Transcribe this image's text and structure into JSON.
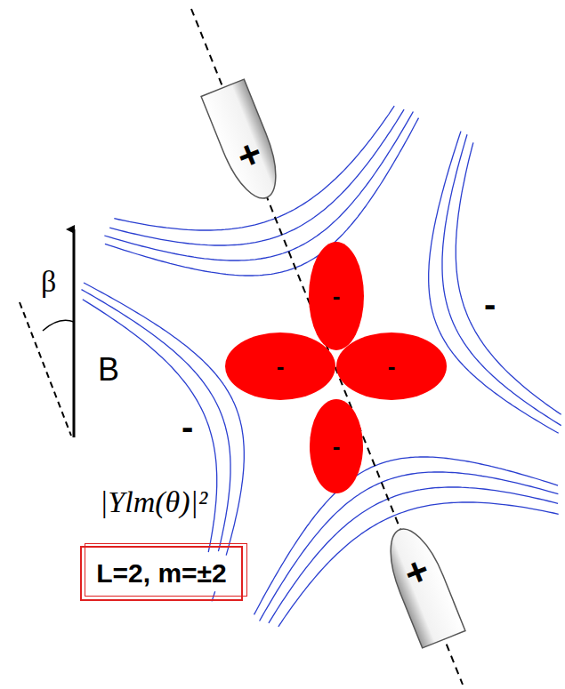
{
  "diagram": {
    "nodes": [
      {
        "text": [
          "+"
        ]
      },
      {
        "text": [
          "-"
        ]
      },
      {
        "text": [
          "-"
        ]
      },
      {
        "text": [
          "-"
        ]
      },
      {
        "text": [
          "-"
        ]
      },
      {
        "text": [
          "+"
        ]
      },
      {
        "text": [
          "L=2, m=±2"
        ]
      }
    ],
    "labels": [
      "-",
      "β",
      "B",
      "-",
      "|Ylm(θ)|²"
    ]
  }
}
